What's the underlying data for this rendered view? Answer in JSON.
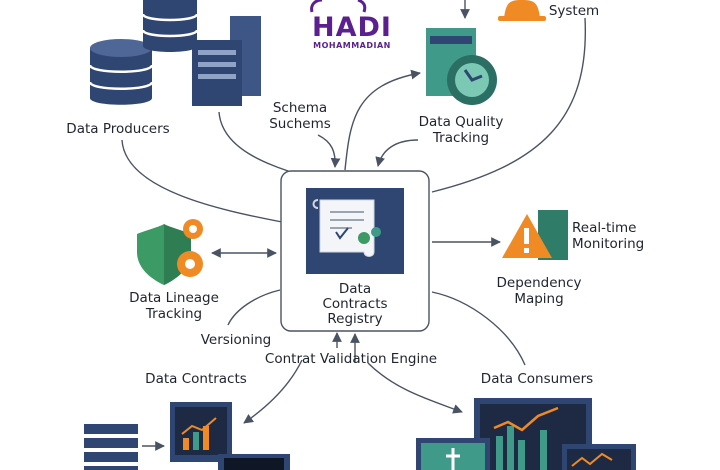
{
  "brand": {
    "logo_name": "HADI",
    "logo_sub": "MOHAMMADIAN"
  },
  "center": {
    "line1": "Data",
    "line2": "Contracts",
    "line3": "Registry"
  },
  "nodes": {
    "data_producers": "Data Producers",
    "schema_line1": "Schema",
    "schema_line2": "Suchems",
    "quality_line1": "Data Quality",
    "quality_line2": "Tracking",
    "alerting": "System",
    "lineage_line1": "Data Lineage",
    "lineage_line2": "Tracking",
    "realtime_line1": "Real-time",
    "realtime_line2": "Monitoring",
    "dependency_line1": "Dependency",
    "dependency_line2": "Maping",
    "versioning": "Versioning",
    "validation": "Contrat Validation Engine",
    "data_contracts": "Data Contracts",
    "data_consumers": "Data Consumers"
  },
  "colors": {
    "navy": "#2f4673",
    "teal": "#3f9a8a",
    "green": "#3c9a64",
    "orange": "#f08a24",
    "purple": "#5b1f8f",
    "line": "#4a5364"
  }
}
